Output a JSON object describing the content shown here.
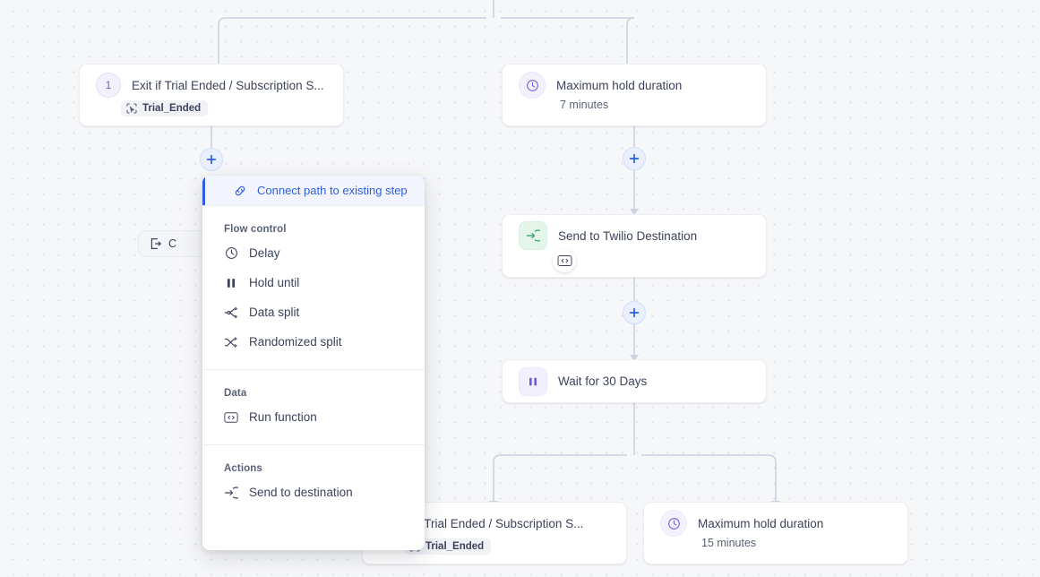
{
  "canvas": {
    "background_color": "#f6f7f9",
    "dot_color": "#dcdce4",
    "wire_color": "#cfcfe0",
    "accent_blue": "#2f5ede",
    "accent_purple": "#6c5ce0",
    "accent_green": "#2e9c63"
  },
  "nodes": [
    {
      "id": "exit-trial-top",
      "badge": "1",
      "title": "Exit if Trial Ended / Subscription S...",
      "chip": "Trial_Ended",
      "chip_icon": "selection-cursor-icon"
    },
    {
      "id": "max-hold-7",
      "icon": "clock-icon",
      "title": "Maximum hold duration",
      "subtitle": "7 minutes"
    },
    {
      "id": "send-twilio",
      "icon": "send-to-destination-icon",
      "title": "Send to Twilio Destination",
      "badge_icon": "code-icon"
    },
    {
      "id": "wait-30-days",
      "icon": "pause-icon",
      "title": "Wait for 30 Days"
    },
    {
      "id": "exit-trial-bottom",
      "title": "if Trial Ended / Subscription S...",
      "chip": "Trial_Ended"
    },
    {
      "id": "max-hold-15",
      "icon": "clock-icon",
      "title": "Maximum hold duration",
      "subtitle": "15 minutes"
    }
  ],
  "continue_chip": {
    "icon": "exit-icon",
    "label": "C"
  },
  "add_buttons": [
    {
      "id": "add-step-left",
      "icon": "plus-icon"
    },
    {
      "id": "add-step-right-top",
      "icon": "plus-icon"
    },
    {
      "id": "add-step-right-mid",
      "icon": "plus-icon"
    }
  ],
  "menu": {
    "highlighted": {
      "label": "Connect path to existing step",
      "icon": "link-icon"
    },
    "sections": [
      {
        "title": "Flow control",
        "items": [
          {
            "label": "Delay",
            "icon": "clock-icon"
          },
          {
            "label": "Hold until",
            "icon": "pause-icon"
          },
          {
            "label": "Data split",
            "icon": "data-split-icon"
          },
          {
            "label": "Randomized split",
            "icon": "randomized-split-icon"
          }
        ]
      },
      {
        "title": "Data",
        "items": [
          {
            "label": "Run function",
            "icon": "code-icon"
          }
        ]
      },
      {
        "title": "Actions",
        "items": [
          {
            "label": "Send to destination",
            "icon": "send-to-destination-icon"
          }
        ]
      }
    ]
  }
}
